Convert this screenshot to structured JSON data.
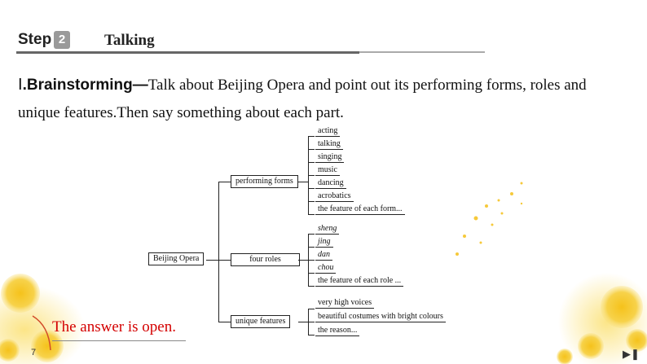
{
  "header": {
    "step_word": "Step",
    "step_number": "2",
    "title": "Talking"
  },
  "instruction": {
    "numeral": "Ⅰ",
    "lead": ".Brainstorming—",
    "text": "Talk about Beijing Opera and point out its performing forms, roles and unique features.Then say something about each part."
  },
  "mindmap": {
    "root": "Beijing Opera",
    "branches": [
      {
        "label": "performing forms",
        "leaves": [
          "acting",
          "talking",
          "singing",
          "music",
          "dancing",
          "acrobatics",
          "the feature of each form..."
        ]
      },
      {
        "label": "four roles",
        "leaves": [
          "sheng",
          "jing",
          "dan",
          "chou",
          "the feature of each role ..."
        ]
      },
      {
        "label": "unique features",
        "leaves": [
          "very high voices",
          "beautiful costumes with bright colours",
          "the reason..."
        ]
      }
    ]
  },
  "answer": "The answer is open.",
  "footer": {
    "page_number": "7",
    "next_icon": "play-next-icon"
  },
  "colors": {
    "answer": "#d40000",
    "flower": "#f5c21b"
  }
}
